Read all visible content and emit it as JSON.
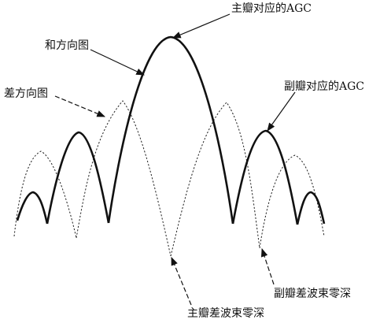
{
  "labels": {
    "main_lobe_agc": "主瓣对应的AGC",
    "sum_pattern": "和方向图",
    "diff_pattern": "差方向图",
    "side_lobe_agc": "副瓣对应的AGC",
    "main_diff_null": "主瓣差波束零深",
    "side_diff_null": "副瓣差波束零深"
  }
}
